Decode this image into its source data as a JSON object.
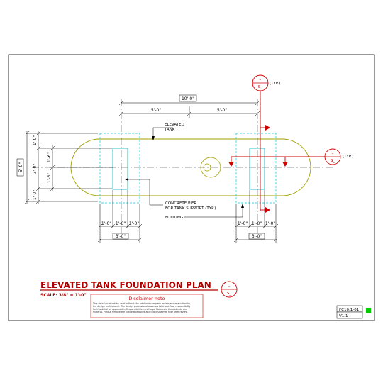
{
  "drawing": {
    "title": "ELEVATED TANK FOUNDATION PLAN",
    "scale_label": "SCALE: 3/8\" = 1'-0\"",
    "section_symbol_top": "S_",
    "section_symbol_dash": "–"
  },
  "labels": {
    "elevated_tank_1": "ELEVATED",
    "elevated_tank_2": "TANK",
    "concrete_pier_1": "CONCRETE PIER",
    "concrete_pier_2": "FOR TANK SUPPORT (TYP.)",
    "footing": "FOOTING",
    "typ_top": "(TYP.)",
    "typ_right": "(TYP.)"
  },
  "dimensions": {
    "overall": "10'-0\"",
    "left_half": "5'-0\"",
    "right_half": "5'-0\"",
    "left_vert_top": "1'-0\"",
    "left_vert_mid": "3'-0\"",
    "left_vert_bot": "1'-0\"",
    "left_vert_total": "5'-0\"",
    "inner_vert_top": "1'-6\"",
    "inner_vert_bot": "1'-6\"",
    "footing_left_a": "1'-0\"",
    "footing_left_b": "1'-0\"",
    "footing_left_c": "1'-0\"",
    "footing_left_total": "3'-0\"",
    "footing_right_a": "1'-0\"",
    "footing_right_b": "1'-0\"",
    "footing_right_c": "1'-0\"",
    "footing_right_total": "3'-0\""
  },
  "disclaimer": {
    "title": "Disclaimer note",
    "line1": "This detail must not be used without the total and complete review and evaluation by",
    "line2": "the design professional. The design professional assumes total and final responsibility",
    "line3": "for this detail as approved in Responsibilities and Legal Notices in the addenda and",
    "line4": "material. Please remove the notice text boxes and this disclaimer note after review."
  },
  "title_block": {
    "sheet_id": "FC10.1-01",
    "version": "V1.1"
  },
  "colors": {
    "tank_outline": "#a0a000",
    "pier_outline": "#00b0c0",
    "footing_outline": "#00c8e0",
    "section_red": "#d00000",
    "title_red": "#b00000",
    "status_green": "#00cc00"
  }
}
